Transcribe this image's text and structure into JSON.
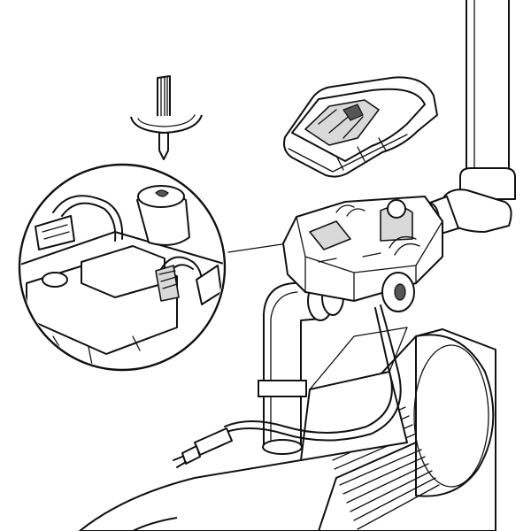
{
  "figure": {
    "kind": "technical line illustration",
    "components": [
      "screwdriver",
      "control-cover",
      "pressure-controller",
      "vertical-pipe",
      "elbow-pipe",
      "pump-motor",
      "power-cable",
      "detail-magnifier"
    ]
  },
  "colors": {
    "line": "#111111",
    "background": "#ffffff",
    "shade": "#d9d9d9"
  }
}
